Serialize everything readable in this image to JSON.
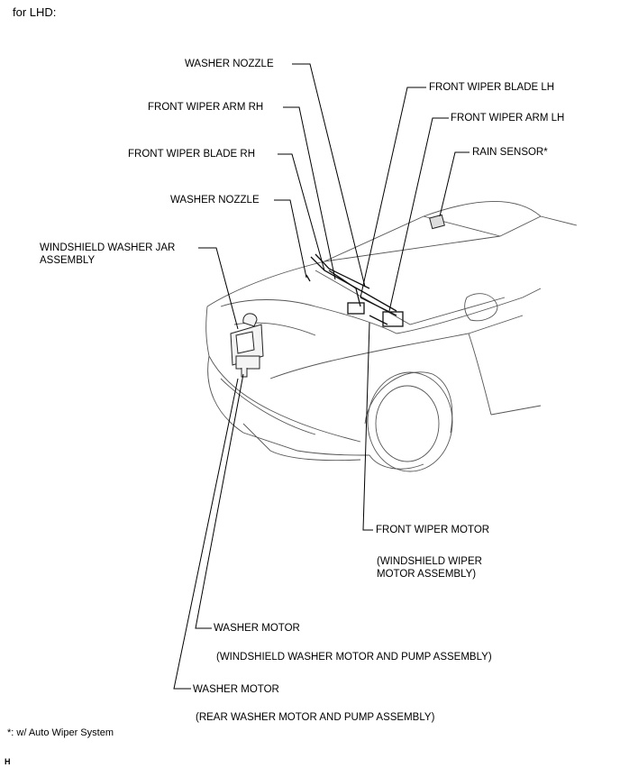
{
  "header": "for LHD:",
  "labels": {
    "washer_nozzle_top": "WASHER NOZZLE",
    "front_wiper_arm_rh": "FRONT WIPER ARM RH",
    "front_wiper_blade_rh": "FRONT WIPER BLADE RH",
    "washer_nozzle_mid": "WASHER NOZZLE",
    "washer_jar_line1": "WINDSHIELD WASHER JAR",
    "washer_jar_line2": "ASSEMBLY",
    "front_wiper_blade_lh": "FRONT WIPER BLADE LH",
    "front_wiper_arm_lh": "FRONT WIPER ARM LH",
    "rain_sensor": "RAIN SENSOR*",
    "front_wiper_motor": "FRONT WIPER MOTOR",
    "front_wiper_motor_sub1": "(WINDSHIELD WIPER",
    "front_wiper_motor_sub2": "MOTOR ASSEMBLY)",
    "washer_motor_1": "WASHER MOTOR",
    "washer_motor_1_sub": "(WINDSHIELD WASHER MOTOR AND PUMP ASSEMBLY)",
    "washer_motor_2": "WASHER MOTOR",
    "washer_motor_2_sub": "(REAR WASHER MOTOR AND PUMP ASSEMBLY)"
  },
  "footnote": "*: w/ Auto Wiper System",
  "code": "H"
}
